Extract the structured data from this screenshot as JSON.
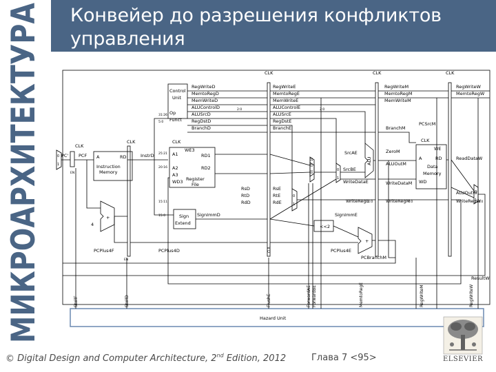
{
  "side_title": "МИКРОАРХИТЕКТУРА",
  "title": "Конвейер до разрешения конфликтов\nуправления",
  "footer": {
    "book": "Digital Design and Computer Architecture, 2",
    "edition_sup": "nd",
    "edition_rest": " Edition, 2012",
    "chapter": "Глава 7 <95>"
  },
  "logo_text": "ELSEVIER",
  "colors": {
    "title_bar": "#4a6585",
    "side_title": "#4a6585"
  },
  "diagram": {
    "clk": "CLK",
    "control_unit": [
      "Control",
      "Unit"
    ],
    "instr_memory": [
      "A",
      "RD",
      "Instruction",
      "Memory"
    ],
    "register_file": [
      "A1",
      "A2",
      "A3",
      "WD3",
      "WE3",
      "RD1",
      "RD2",
      "Register",
      "File"
    ],
    "data_memory": [
      "WE",
      "A",
      "RD",
      "Data",
      "Memory",
      "WD"
    ],
    "sign_extend": [
      "Sign",
      "Extend"
    ],
    "alu": "ALU",
    "shift": "<<2",
    "plus": "+",
    "four": "4",
    "op": "Op",
    "funct": "Funct",
    "pc": [
      "PC'",
      "PCF"
    ],
    "instr_d": "InstrD",
    "zero_m": "ZeroM",
    "pcsrc_m": "PCSrcM",
    "branch_m": "BranchM",
    "signals_d": [
      "RegWriteD",
      "MemtoRegD",
      "MemWriteD",
      "ALUControlD",
      "ALUSrcD",
      "RegDstD",
      "BranchD"
    ],
    "signals_e": [
      "RegWriteE",
      "MemtoRegE",
      "MemWriteE",
      "ALUControlE",
      "ALUSrcE",
      "RegDstE",
      "BranchE"
    ],
    "signals_m": [
      "RegWriteM",
      "MemtoRegM",
      "MemWriteM"
    ],
    "signals_w": [
      "RegWriteW",
      "MemtoRegW"
    ],
    "alu_sub": "2:0",
    "bit_fields": [
      "31:26",
      "5:0",
      "25:21",
      "20:16",
      "15:11",
      "15:0"
    ],
    "regs_d": [
      "RsD",
      "RtD",
      "RdD"
    ],
    "regs_e": [
      "RsE",
      "RtE",
      "RdE"
    ],
    "writereg_e": "WriteRegE",
    "writereg_m": "WriteRegM",
    "writereg_w": "WriteRegW",
    "width_suffix": "4:0",
    "signimm_d": "SignImmD",
    "signimm_e": "SignImmE",
    "src_a": "SrcAE",
    "src_b": "SrcBE",
    "write_data_e": "WriteDataE",
    "write_data_m": "WriteDataM",
    "alu_out_m": "ALUOutM",
    "alu_out_w": "ALUOutW",
    "read_data_w": "ReadDataW",
    "pcplus4_f": "PCPlus4F",
    "pcplus4_d": "PCPlus4D",
    "pcplus4_e": "PCPlus4E",
    "pcbranch_m": "PCBranchM",
    "result_w": "ResultW",
    "mux_digits": [
      "0",
      "1"
    ],
    "mux3_digits": [
      "00",
      "01",
      "10"
    ],
    "en": "EN",
    "clr": "CLR",
    "hazard_unit": "Hazard Unit",
    "hazard_signals": [
      "StallF",
      "StallD",
      "FlushE",
      "ForwardAE",
      "ForwardBE",
      "MemtoRegE",
      "RegWriteM",
      "RegWriteW"
    ]
  }
}
